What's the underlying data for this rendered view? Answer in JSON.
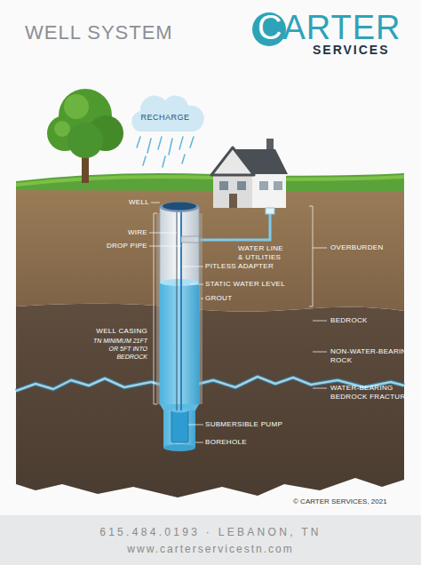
{
  "diagram": {
    "title": "WELL SYSTEM",
    "nodes": [
      {
        "text": [
          "RECHARGE"
        ]
      },
      {
        "text": [
          "615.484.0193 · LEBANON, TN",
          "www.carterservicestn.com"
        ]
      }
    ],
    "labels": [
      "CARTER",
      "SERVICES",
      "WELL",
      "WIRE",
      "DROP PIPE",
      "WATER LINE & UTILITIES",
      "OVERBURDEN",
      "PITLESS ADAPTER",
      "STATIC WATER LEVEL",
      "GROUT",
      "BEDROCK",
      "WELL CASING",
      "TN MINIMUM 21FT OR 5FT INTO BEDROCK",
      "NON-WATER-BEARING ROCK",
      "WATER-BEARING BEDROCK FRACTURES",
      "SUBMERSIBLE PUMP",
      "BOREHOLE",
      "© CARTER SERVICES, 2021"
    ]
  }
}
